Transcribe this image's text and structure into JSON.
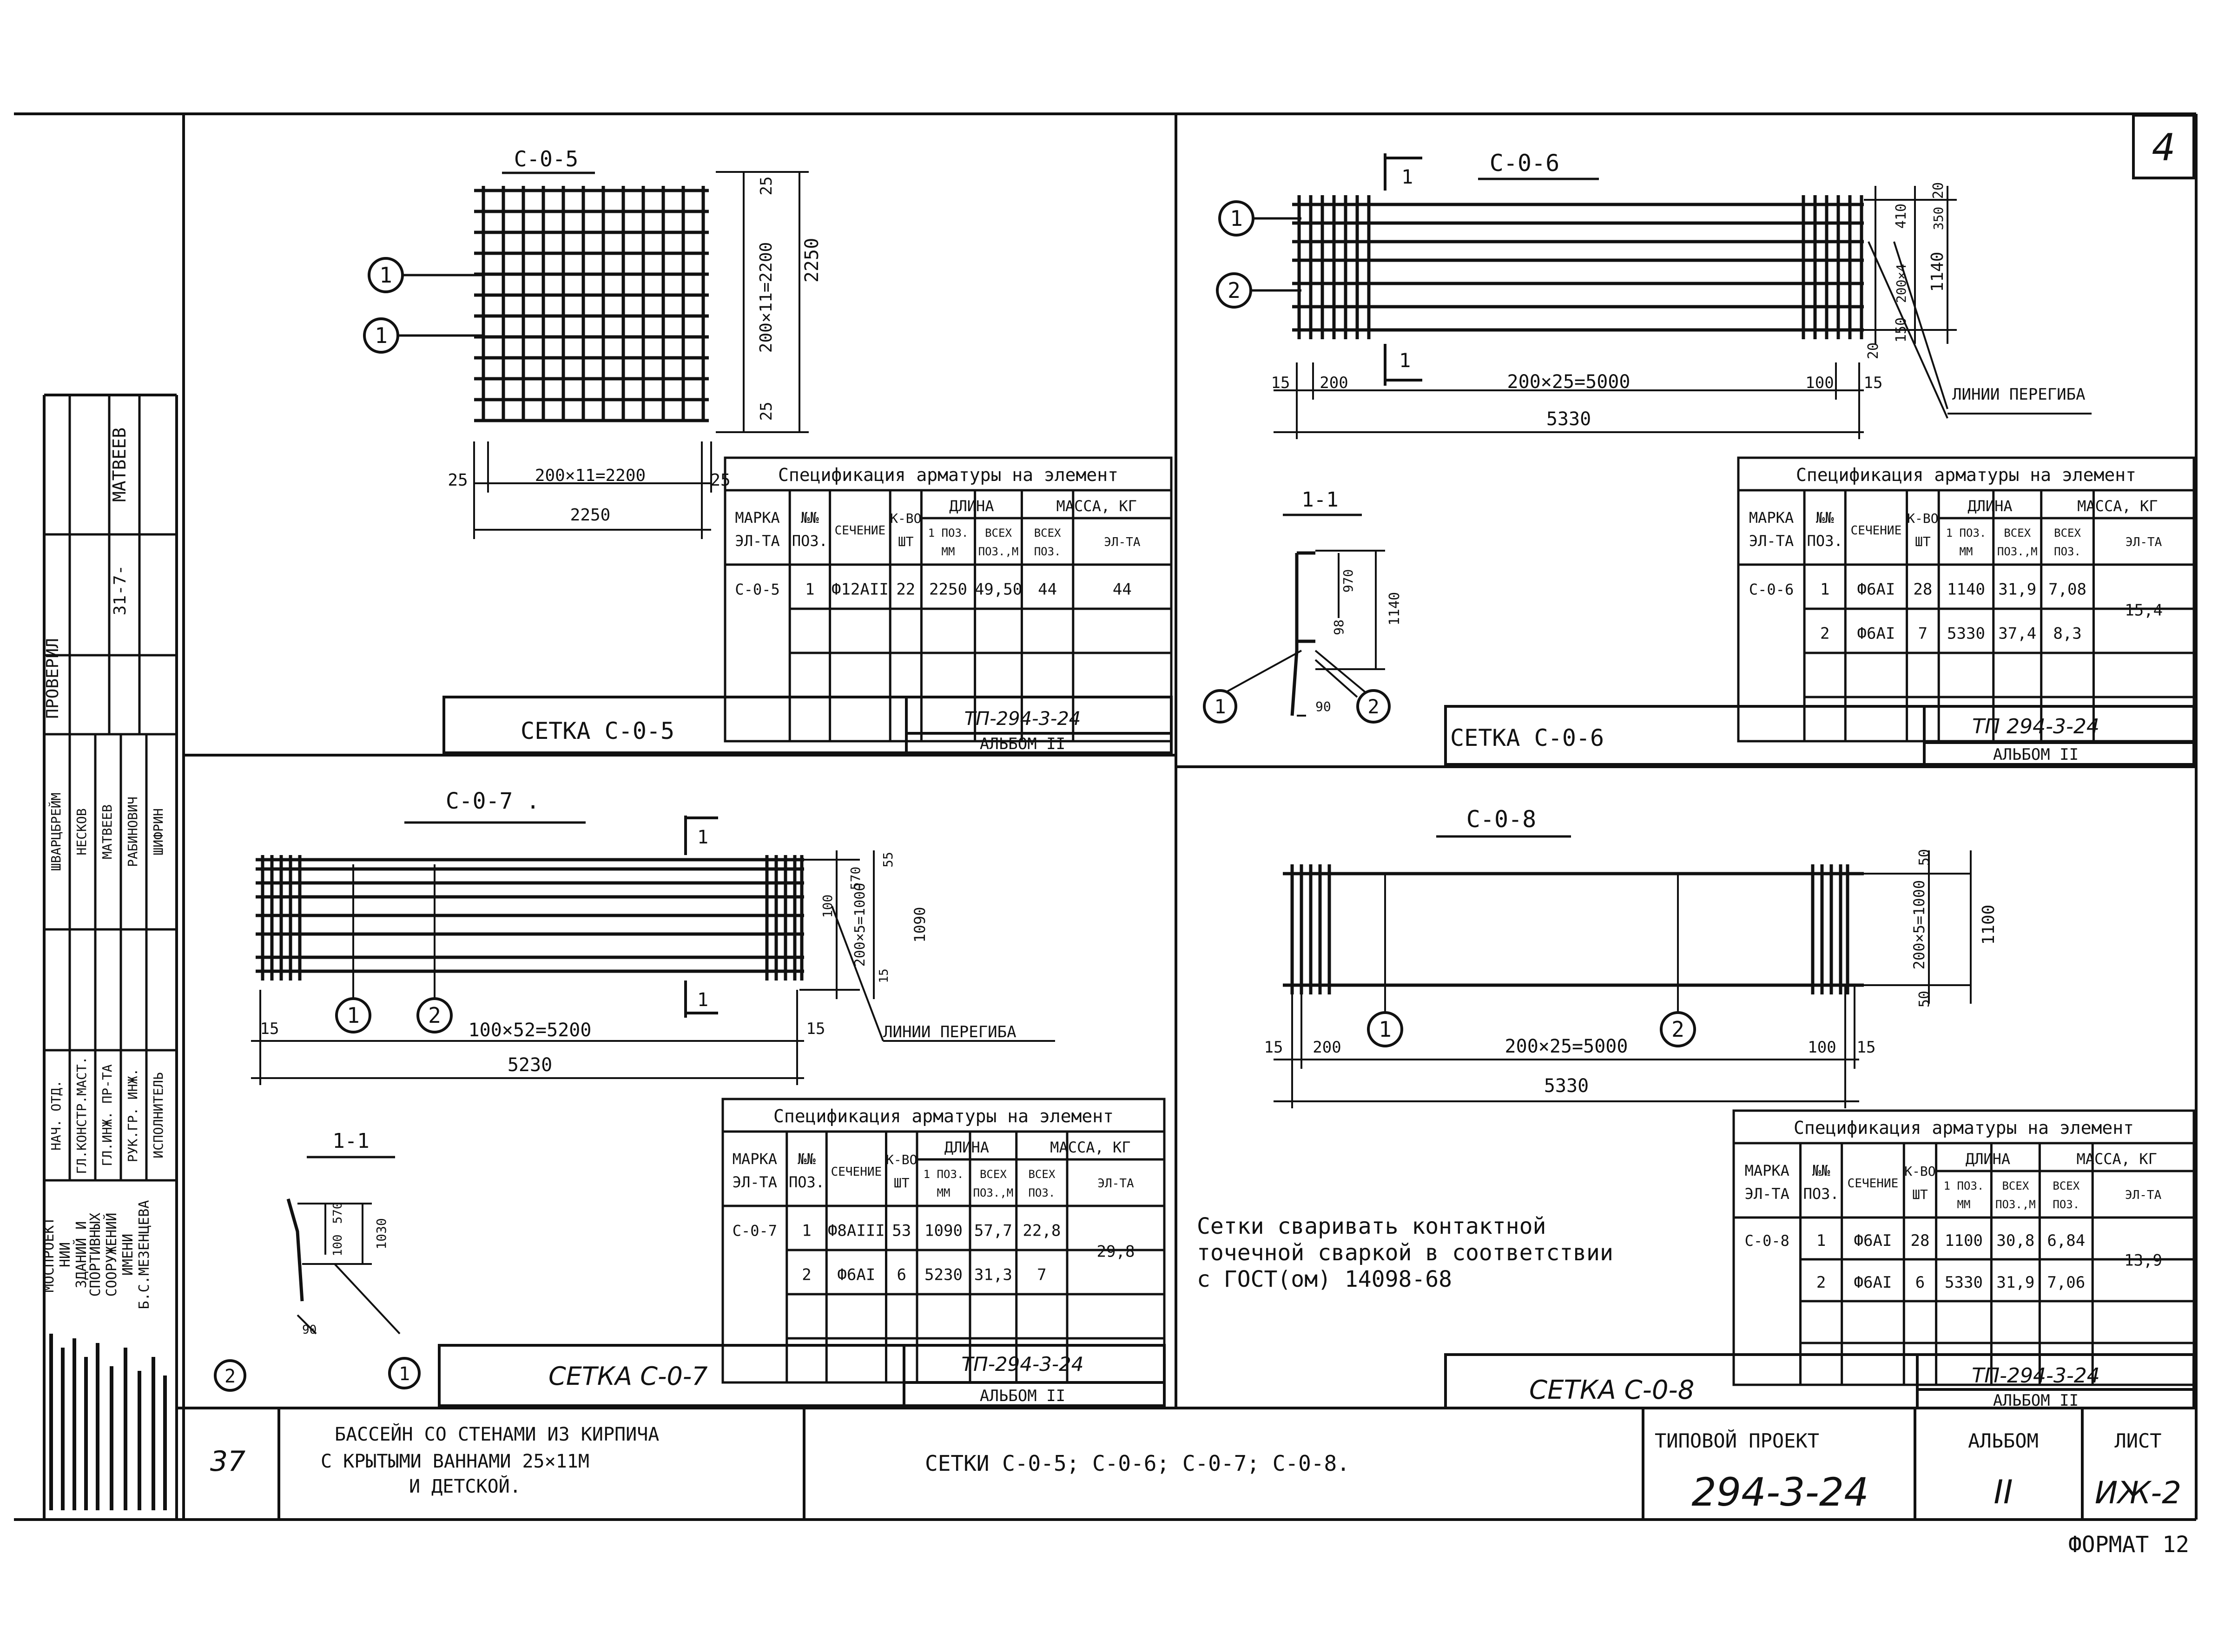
{
  "sheet": {
    "sheet_number": "4",
    "format_label": "ФОРМАТ 12",
    "general_note": [
      "Сетки сваривать контактной",
      "точечной сваркой в соответствии",
      "с ГОСТ(ом) 14098-68"
    ]
  },
  "table_headers": {
    "title": "Спецификация арматуры на элемент",
    "col_mark": [
      "МАРКА",
      "ЭЛ-ТА"
    ],
    "col_pos": [
      "№№",
      "ПОЗ."
    ],
    "col_section": "СЕЧЕНИЕ",
    "col_qty": [
      "К-ВО",
      "ШТ"
    ],
    "col_length": "ДЛИНА",
    "col_len_one": [
      "1 ПОЗ.",
      "ММ"
    ],
    "col_len_all": [
      "ВСЕХ",
      "ПОЗ.,М"
    ],
    "col_mass": "МАССА, КГ",
    "col_mass_all": [
      "ВСЕХ",
      "ПОЗ."
    ],
    "col_mass_el": "ЭЛ-ТА"
  },
  "panels": {
    "s5": {
      "title": "С-0-5",
      "stamp_name": "СЕТКА  С-0-5",
      "stamp_code": "ТП-294-3-24",
      "stamp_album": "АЛЬБОМ II",
      "callout_1": "1",
      "callout_2": "1",
      "dims": {
        "bottom_spacing": "200×11=2200",
        "bottom_total": "2250",
        "edge_left": "25",
        "edge_right": "25",
        "right_spacing": "200×11=2200",
        "right_total": "2250",
        "edge_top": "25",
        "edge_bottom": "25"
      },
      "spec_rows": [
        {
          "mark": "С-0-5",
          "pos": "1",
          "section": "Ф12АII",
          "qty": "22",
          "len_one": "2250",
          "len_all": "49,50",
          "mass_all": "44",
          "mass_el": "44"
        }
      ]
    },
    "s6": {
      "title": "С-0-6",
      "stamp_name": "СЕТКА  С-0-6",
      "stamp_code": "ТП 294-3-24",
      "stamp_album": "АЛЬБОМ II",
      "section_mark": "1",
      "section_title": "1-1",
      "callout_1": "1",
      "callout_2": "2",
      "bend_note": "ЛИНИИ ПЕРЕГИБА",
      "dims": {
        "left_edge": "15",
        "left_first": "200",
        "spacing": "200×25=5000",
        "right_last": "100",
        "right_edge": "15",
        "total": "5330",
        "v_top": "20",
        "v_410": "410",
        "v_350": "350",
        "v_1140": "1140",
        "v_200x4": "200×4",
        "v_150": "150",
        "v_bottom": "20",
        "sec_970": "970",
        "sec_98": "98",
        "sec_1140": "1140",
        "sec_90": "90"
      },
      "spec_rows": [
        {
          "mark": "С-0-6",
          "pos": "1",
          "section": "Ф6АI",
          "qty": "28",
          "len_one": "1140",
          "len_all": "31,9",
          "mass_all": "7,08",
          "mass_el": "15,4"
        },
        {
          "mark": "",
          "pos": "2",
          "section": "Ф6АI",
          "qty": "7",
          "len_one": "5330",
          "len_all": "37,4",
          "mass_all": "8,3",
          "mass_el": ""
        }
      ]
    },
    "s7": {
      "title": "С-0-7 .",
      "stamp_name": "СЕТКА  С-0-7",
      "stamp_code": "ТП-294-3-24",
      "stamp_album": "АЛЬБОМ II",
      "section_mark": "1",
      "section_title": "1-1",
      "callout_1": "1",
      "callout_2": "2",
      "bend_note": "ЛИНИИ ПЕРЕГИБА",
      "dims": {
        "left_edge": "15",
        "spacing": "100×52=5200",
        "right_edge": "15",
        "total": "5230",
        "v_570": "570",
        "v_100": "100",
        "v_200x5": "200×5=1000",
        "v_15": "15",
        "v_1090": "1090",
        "v_55": "55",
        "sec_570": "570",
        "sec_100": "100",
        "sec_1030": "1030",
        "sec_90": "90"
      },
      "spec_rows": [
        {
          "mark": "С-0-7",
          "pos": "1",
          "section": "Ф8АIII",
          "qty": "53",
          "len_one": "1090",
          "len_all": "57,7",
          "mass_all": "22,8",
          "mass_el": "29,8"
        },
        {
          "mark": "",
          "pos": "2",
          "section": "Ф6АI",
          "qty": "6",
          "len_one": "5230",
          "len_all": "31,3",
          "mass_all": "7",
          "mass_el": ""
        }
      ]
    },
    "s8": {
      "title": "С-0-8",
      "stamp_name": "СЕТКА  С-0-8",
      "stamp_code": "ТП-294-3-24",
      "stamp_album": "АЛЬБОМ II",
      "callout_1": "1",
      "callout_2": "2",
      "dims": {
        "left_edge": "15",
        "left_first": "200",
        "spacing": "200×25=5000",
        "right_last": "100",
        "right_edge": "15",
        "total": "5330",
        "v_top": "50",
        "v_200x5": "200×5=1000",
        "v_1100": "1100",
        "v_bottom": "50"
      },
      "spec_rows": [
        {
          "mark": "С-0-8",
          "pos": "1",
          "section": "Ф6АI",
          "qty": "28",
          "len_one": "1100",
          "len_all": "30,8",
          "mass_all": "6,84",
          "mass_el": "13,9"
        },
        {
          "mark": "",
          "pos": "2",
          "section": "Ф6АI",
          "qty": "6",
          "len_one": "5330",
          "len_all": "31,9",
          "mass_all": "7,06",
          "mass_el": ""
        }
      ]
    }
  },
  "title_block": {
    "number": "37",
    "project_desc": [
      "БАССЕЙН СО СТЕНАМИ ИЗ КИРПИЧА",
      "С КРЫТЫМИ ВАННАМИ 25×11М",
      "И ДЕТСКОЙ."
    ],
    "sheet_content": "СЕТКИ  С-0-5;  С-0-6;  С-0-7;  С-0-8.",
    "type_label": "ТИПОВОЙ  ПРОЕКТ",
    "project_no": "294-3-24",
    "album_label": "АЛЬБОМ",
    "album_value": "II",
    "sheet_label": "ЛИСТ",
    "sheet_value": "ИЖ-2"
  },
  "side_stamp": {
    "org": [
      "МОСПРОЕКТ",
      "НИИ",
      "ЗДАНИЙ И",
      "СПОРТИВНЫХ",
      "СООРУЖЕНИЙ",
      "ИМЕНИ",
      "Б.С.МЕЗЕНЦЕВА"
    ],
    "roles": [
      "НАЧ. ОТД.",
      "ГЛ.КОНСТР.МАСТ.",
      "ГЛ.ИНЖ. ПР-ТА",
      "РУК.ГР. ИНЖ.",
      "ИСПОЛНИТЕЛЬ"
    ],
    "names": [
      "ШВАРЦБРЕЙМ",
      "НЕСКОВ",
      "МАТВЕЕВ",
      "РАБИНОВИЧ",
      "ШИФРИН"
    ],
    "checker_label": "ПРОВЕРИЛ",
    "checker_name": "МАТВЕЕВ",
    "date": "31-7-"
  }
}
